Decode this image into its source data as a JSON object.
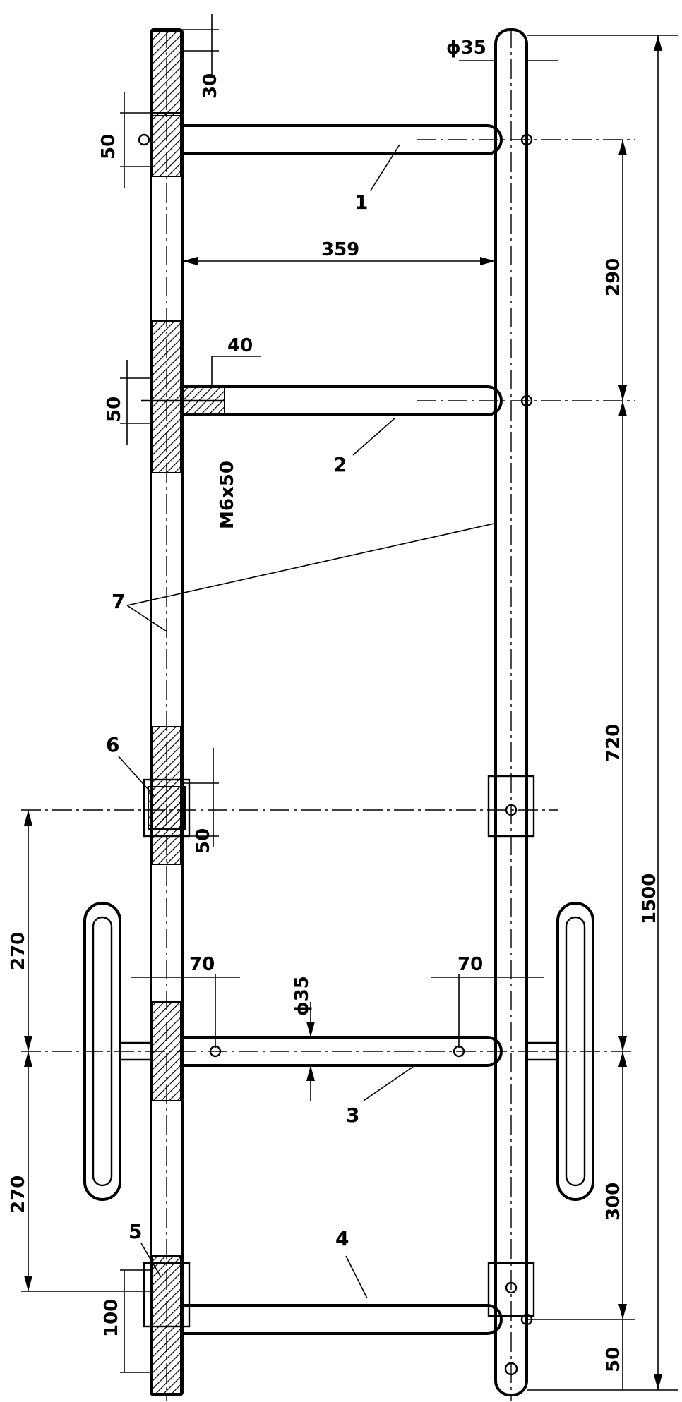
{
  "dimensions": {
    "d30": "30",
    "d50_top": "50",
    "dia35_top": "ϕ35",
    "d359": "359",
    "d290": "290",
    "d40": "40",
    "d50_second": "50",
    "thread": "M6x50",
    "d50_joint": "50",
    "d720": "720",
    "d1500": "1500",
    "d270_upper": "270",
    "d70_left": "70",
    "dia35_axle": "ϕ35",
    "d70_right": "70",
    "d270_lower": "270",
    "d300": "300",
    "d100": "100",
    "d50_bottom": "50"
  },
  "callouts": {
    "c1": "1",
    "c2": "2",
    "c3": "3",
    "c4": "4",
    "c5": "5",
    "c6": "6",
    "c7": "7"
  }
}
